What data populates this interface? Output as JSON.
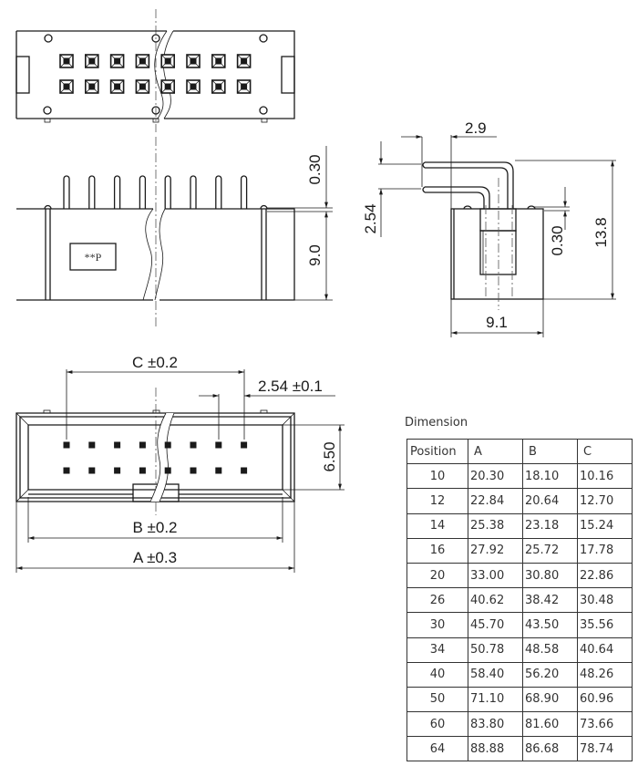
{
  "drawing": {
    "top_view": {
      "pin_rows": 2,
      "pins_per_row": 8
    },
    "front_view": {
      "marking": "**P",
      "dims": {
        "pin_protrusion": "0.30",
        "body_height": "9.0"
      }
    },
    "side_view": {
      "dims": {
        "pin_offset": "2.9",
        "row_pitch": "2.54",
        "standoff": "0.30",
        "total_height": "13.8",
        "body_depth": "9.1"
      }
    },
    "bottom_view": {
      "dims": {
        "c": "C ±0.2",
        "pitch": "2.54 ±0.1",
        "height": "6.50",
        "b": "B ±0.2",
        "a": "A ±0.3"
      }
    }
  },
  "table": {
    "title": "Dimension",
    "headers": [
      "Position",
      "A",
      "B",
      "C"
    ],
    "rows": [
      [
        "10",
        "20.30",
        "18.10",
        "10.16"
      ],
      [
        "12",
        "22.84",
        "20.64",
        "12.70"
      ],
      [
        "14",
        "25.38",
        "23.18",
        "15.24"
      ],
      [
        "16",
        "27.92",
        "25.72",
        "17.78"
      ],
      [
        "20",
        "33.00",
        "30.80",
        "22.86"
      ],
      [
        "26",
        "40.62",
        "38.42",
        "30.48"
      ],
      [
        "30",
        "45.70",
        "43.50",
        "35.56"
      ],
      [
        "34",
        "50.78",
        "48.58",
        "40.64"
      ],
      [
        "40",
        "58.40",
        "56.20",
        "48.26"
      ],
      [
        "50",
        "71.10",
        "68.90",
        "60.96"
      ],
      [
        "60",
        "83.80",
        "81.60",
        "73.66"
      ],
      [
        "64",
        "88.88",
        "86.68",
        "78.74"
      ]
    ]
  }
}
